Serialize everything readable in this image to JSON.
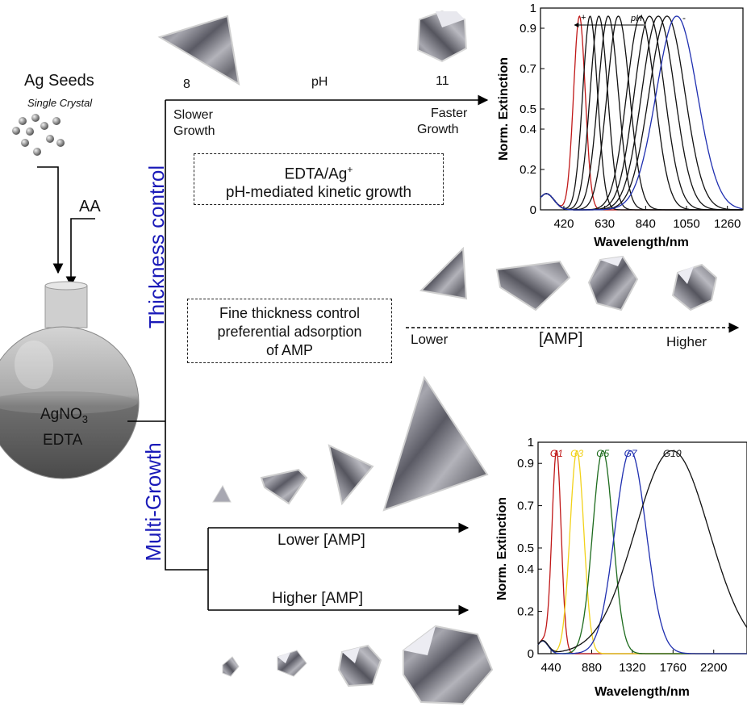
{
  "seeds": {
    "title": "Ag Seeds",
    "subtitle": "Single Crystal"
  },
  "reagent_aa": "AA",
  "flask": {
    "line1_main": "AgNO",
    "line1_sub": "3",
    "line2": "EDTA"
  },
  "branches": {
    "thickness_control": "Thickness control",
    "multi_growth": "Multi-Growth"
  },
  "ph_axis": {
    "low": "8",
    "mid": "pH",
    "high": "11",
    "slow_line1": "Slower",
    "slow_line2": "Growth",
    "fast_line1": "Faster",
    "fast_line2": "Growth"
  },
  "edta_box": {
    "line1_main": "EDTA/Ag",
    "line1_sup": "+",
    "line2": "pH-mediated kinetic growth"
  },
  "amp_box": {
    "line1": "Fine thickness control",
    "line2": "preferential adsorption",
    "line3": "of AMP"
  },
  "amp_axis": {
    "lower": "Lower",
    "mid": "[AMP]",
    "higher": "Higher"
  },
  "multi_arrows": {
    "lower": "Lower [AMP]",
    "higher": "Higher [AMP]"
  },
  "colors": {
    "red": "#c01818",
    "yellow": "#f2d21a",
    "green": "#1d6b1d",
    "blue": "#1f2fb0",
    "black": "#111111",
    "accent_text": "#1a1ab8"
  },
  "chart_data": [
    {
      "type": "line",
      "xlabel": "Wavelength/nm",
      "ylabel": "Norm. Extinction",
      "xlim": [
        300,
        1340
      ],
      "ylim": [
        0,
        1
      ],
      "xticks": [
        420,
        630,
        840,
        1050,
        1260
      ],
      "yticks": [
        0,
        0.2,
        0.4,
        0.5,
        0.7,
        0.9,
        1
      ],
      "annotation": {
        "plus": "+",
        "label": "pH",
        "minus": "-"
      },
      "grid": false,
      "series": [
        {
          "color": "#c01818",
          "peak": 500,
          "width": 30,
          "height": 0.96
        },
        {
          "color": "#111111",
          "peak": 555,
          "width": 38,
          "height": 0.96
        },
        {
          "color": "#111111",
          "peak": 600,
          "width": 45,
          "height": 0.96
        },
        {
          "color": "#111111",
          "peak": 648,
          "width": 52,
          "height": 0.96
        },
        {
          "color": "#111111",
          "peak": 700,
          "width": 58,
          "height": 0.96
        },
        {
          "color": "#111111",
          "peak": 815,
          "width": 72,
          "height": 0.96
        },
        {
          "color": "#111111",
          "peak": 860,
          "width": 78,
          "height": 0.96
        },
        {
          "color": "#111111",
          "peak": 905,
          "width": 85,
          "height": 0.96
        },
        {
          "color": "#111111",
          "peak": 950,
          "width": 92,
          "height": 0.96
        },
        {
          "color": "#1f2fb0",
          "peak": 1000,
          "width": 105,
          "height": 0.96
        }
      ]
    },
    {
      "type": "line",
      "xlabel": "Wavelength/nm",
      "ylabel": "Norm. Extinction",
      "xlim": [
        300,
        2560
      ],
      "ylim": [
        0,
        1
      ],
      "xticks": [
        440,
        880,
        1320,
        1760,
        2200
      ],
      "yticks": [
        0,
        0.2,
        0.4,
        0.5,
        0.7,
        0.9,
        1
      ],
      "grid": false,
      "series": [
        {
          "name": "G1",
          "color": "#c01818",
          "peak": 500,
          "width": 50,
          "height": 0.96
        },
        {
          "name": "G3",
          "color": "#f2d21a",
          "peak": 720,
          "width": 75,
          "height": 0.96
        },
        {
          "name": "G5",
          "color": "#1d6b1d",
          "peak": 1000,
          "width": 110,
          "height": 0.96
        },
        {
          "name": "G7",
          "color": "#1f2fb0",
          "peak": 1300,
          "width": 170,
          "height": 0.96
        },
        {
          "name": "G10",
          "color": "#111111",
          "peak": 1750,
          "width": 400,
          "height": 0.96
        }
      ]
    }
  ]
}
